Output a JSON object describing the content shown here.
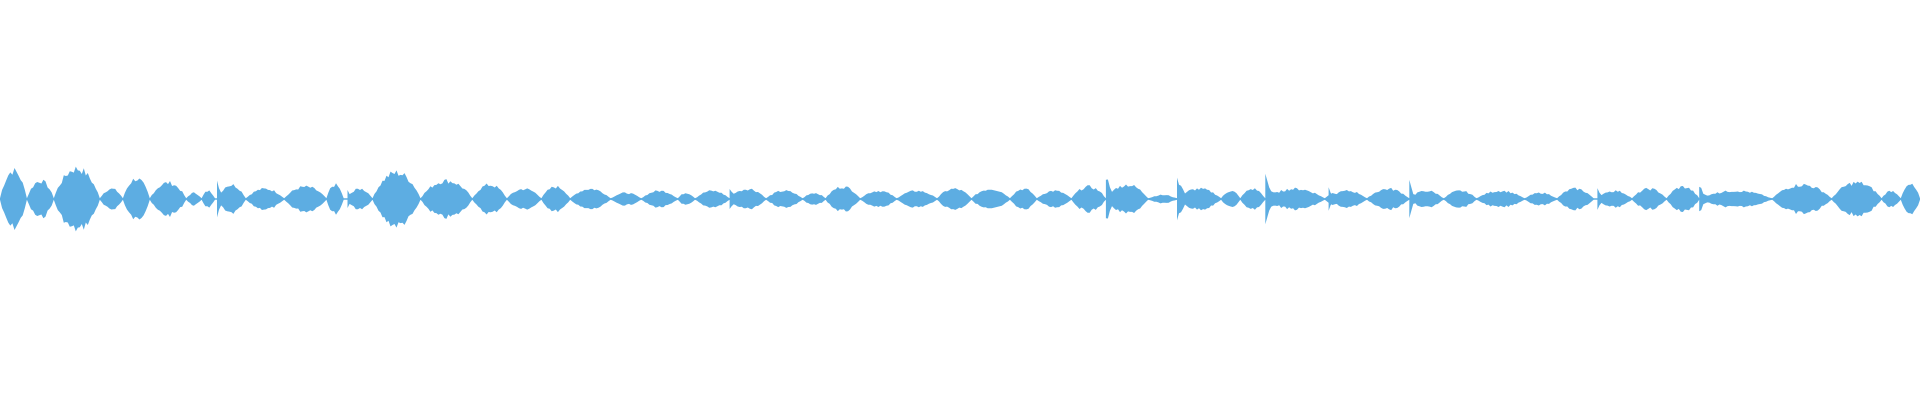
{
  "waveform": {
    "color": "#5DADE2",
    "background": "#FFFFFF",
    "segments": [
      {
        "start": 0.0,
        "end": 0.014,
        "peak": 0.14
      },
      {
        "start": 0.014,
        "end": 0.028,
        "peak": 0.09
      },
      {
        "start": 0.028,
        "end": 0.052,
        "peak": 0.15
      },
      {
        "start": 0.052,
        "end": 0.064,
        "peak": 0.05
      },
      {
        "start": 0.064,
        "end": 0.078,
        "peak": 0.1
      },
      {
        "start": 0.078,
        "end": 0.097,
        "peak": 0.08
      },
      {
        "start": 0.097,
        "end": 0.105,
        "peak": 0.03
      },
      {
        "start": 0.105,
        "end": 0.112,
        "peak": 0.04
      },
      {
        "start": 0.113,
        "end": 0.128,
        "peak": 0.07,
        "burst": 0.12
      },
      {
        "start": 0.128,
        "end": 0.148,
        "peak": 0.05
      },
      {
        "start": 0.148,
        "end": 0.17,
        "peak": 0.06
      },
      {
        "start": 0.17,
        "end": 0.179,
        "peak": 0.07
      },
      {
        "start": 0.181,
        "end": 0.194,
        "peak": 0.05,
        "burst": 0.06
      },
      {
        "start": 0.194,
        "end": 0.219,
        "peak": 0.13
      },
      {
        "start": 0.219,
        "end": 0.246,
        "peak": 0.09
      },
      {
        "start": 0.246,
        "end": 0.264,
        "peak": 0.07
      },
      {
        "start": 0.264,
        "end": 0.282,
        "peak": 0.05
      },
      {
        "start": 0.282,
        "end": 0.297,
        "peak": 0.06
      },
      {
        "start": 0.297,
        "end": 0.318,
        "peak": 0.05
      },
      {
        "start": 0.318,
        "end": 0.334,
        "peak": 0.03
      },
      {
        "start": 0.334,
        "end": 0.353,
        "peak": 0.04
      },
      {
        "start": 0.353,
        "end": 0.362,
        "peak": 0.03
      },
      {
        "start": 0.362,
        "end": 0.38,
        "peak": 0.04
      },
      {
        "start": 0.38,
        "end": 0.399,
        "peak": 0.05,
        "burst": 0.09
      },
      {
        "start": 0.399,
        "end": 0.418,
        "peak": 0.04
      },
      {
        "start": 0.418,
        "end": 0.43,
        "peak": 0.03
      },
      {
        "start": 0.43,
        "end": 0.448,
        "peak": 0.06
      },
      {
        "start": 0.448,
        "end": 0.467,
        "peak": 0.04
      },
      {
        "start": 0.467,
        "end": 0.488,
        "peak": 0.04
      },
      {
        "start": 0.488,
        "end": 0.506,
        "peak": 0.05
      },
      {
        "start": 0.506,
        "end": 0.526,
        "peak": 0.05
      },
      {
        "start": 0.526,
        "end": 0.54,
        "peak": 0.05
      },
      {
        "start": 0.54,
        "end": 0.558,
        "peak": 0.04
      },
      {
        "start": 0.558,
        "end": 0.576,
        "peak": 0.06
      },
      {
        "start": 0.576,
        "end": 0.598,
        "peak": 0.07,
        "burst": 0.17
      },
      {
        "start": 0.598,
        "end": 0.613,
        "peak": 0.02
      },
      {
        "start": 0.613,
        "end": 0.636,
        "peak": 0.05,
        "burst": 0.2
      },
      {
        "start": 0.636,
        "end": 0.646,
        "peak": 0.04
      },
      {
        "start": 0.646,
        "end": 0.659,
        "peak": 0.05
      },
      {
        "start": 0.659,
        "end": 0.69,
        "peak": 0.05,
        "burst": 0.18
      },
      {
        "start": 0.69,
        "end": 0.7,
        "peak": 0.03
      },
      {
        "start": 0.692,
        "end": 0.712,
        "peak": 0.04,
        "burst": 0.08
      },
      {
        "start": 0.712,
        "end": 0.734,
        "peak": 0.05
      },
      {
        "start": 0.734,
        "end": 0.752,
        "peak": 0.04,
        "burst": 0.11
      },
      {
        "start": 0.752,
        "end": 0.769,
        "peak": 0.04
      },
      {
        "start": 0.769,
        "end": 0.794,
        "peak": 0.04
      },
      {
        "start": 0.794,
        "end": 0.811,
        "peak": 0.03
      },
      {
        "start": 0.811,
        "end": 0.83,
        "peak": 0.05
      },
      {
        "start": 0.832,
        "end": 0.85,
        "peak": 0.04,
        "burst": 0.08
      },
      {
        "start": 0.85,
        "end": 0.868,
        "peak": 0.05
      },
      {
        "start": 0.868,
        "end": 0.885,
        "peak": 0.06
      },
      {
        "start": 0.885,
        "end": 0.923,
        "peak": 0.04,
        "burst": 0.08
      },
      {
        "start": 0.923,
        "end": 0.954,
        "peak": 0.07
      },
      {
        "start": 0.954,
        "end": 0.98,
        "peak": 0.08
      },
      {
        "start": 0.98,
        "end": 0.99,
        "peak": 0.04
      },
      {
        "start": 0.99,
        "end": 1.0,
        "peak": 0.07
      }
    ]
  }
}
